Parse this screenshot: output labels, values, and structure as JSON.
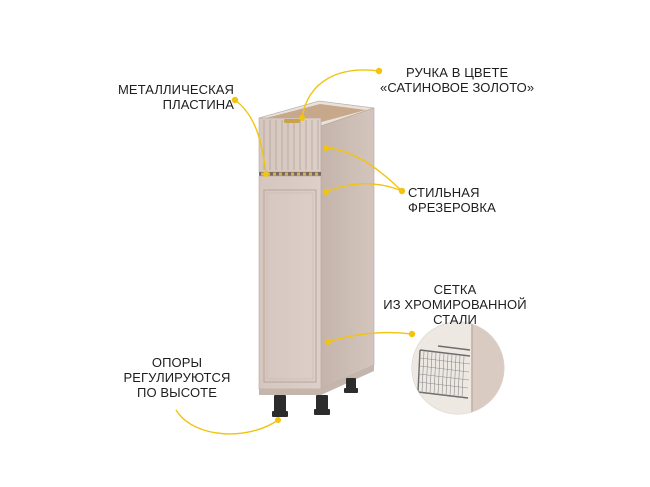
{
  "callouts": {
    "metal_plate": {
      "line1": "МЕТАЛЛИЧЕСКАЯ",
      "line2": "ПЛАСТИНА"
    },
    "handle": {
      "line1": "РУЧКА В ЦВЕТЕ",
      "line2": "«САТИНОВОЕ ЗОЛОТО»"
    },
    "milling": {
      "line1": "СТИЛЬНАЯ",
      "line2": "ФРЕЗЕРОВКА"
    },
    "mesh": {
      "line1": "СЕТКА",
      "line2": "ИЗ ХРОМИРОВАННОЙ",
      "line3": "СТАЛИ"
    },
    "legs": {
      "line1": "ОПОРЫ",
      "line2": "РЕГУЛИРУЮТСЯ",
      "line3": "ПО ВЫСОТЕ"
    }
  },
  "colors": {
    "accent": "#f2c40f",
    "cabinet_front": "#d8c9c1",
    "cabinet_side": "#cbbcb3",
    "gold": "#c9a24a",
    "legs": "#2c2c2c"
  }
}
